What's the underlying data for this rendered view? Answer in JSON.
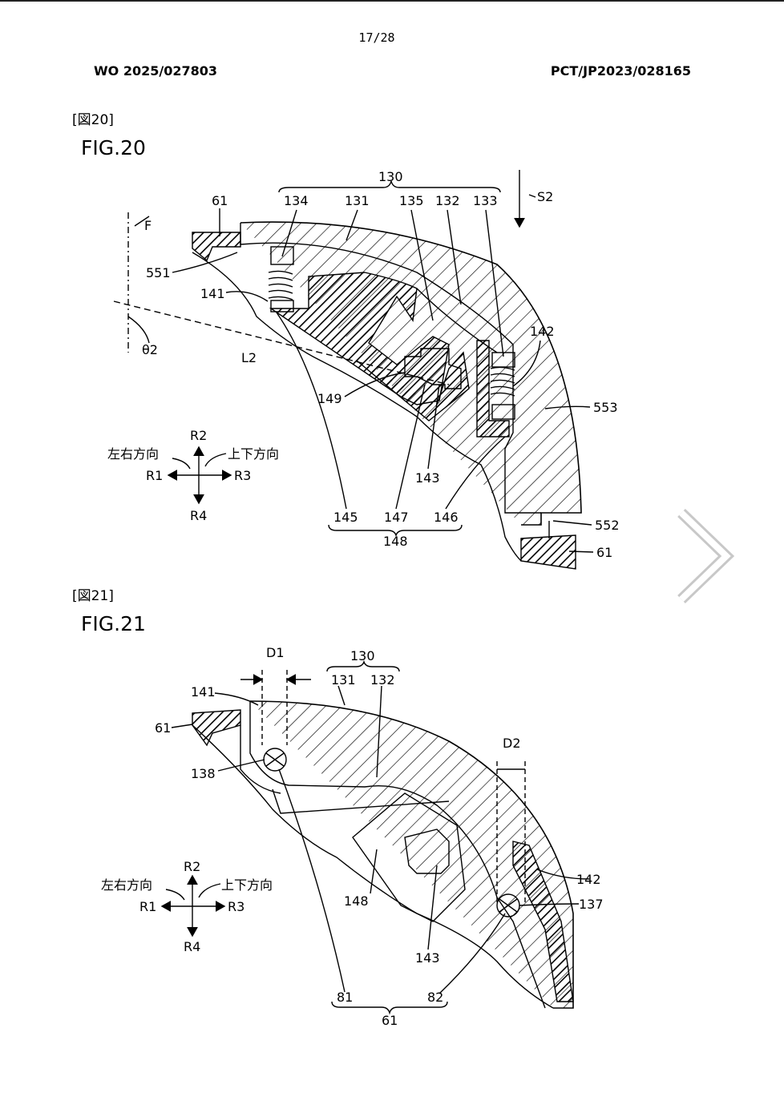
{
  "page": {
    "number": "17/28"
  },
  "header": {
    "publication": "WO 2025/027803",
    "application": "PCT/JP2023/028165"
  },
  "fig20": {
    "tag": "[図20]",
    "title": "FIG.20",
    "labels": {
      "l130": "130",
      "l61a": "61",
      "l134": "134",
      "l131": "131",
      "l135": "135",
      "l132": "132",
      "l133": "133",
      "lS2": "S2",
      "lF": "F",
      "l551": "551",
      "l141": "141",
      "ltheta": "θ2",
      "lL2": "L2",
      "l142": "142",
      "l149": "149",
      "l553": "553",
      "l143": "143",
      "l145": "145",
      "l147": "147",
      "l146": "146",
      "l148": "148",
      "l552": "552",
      "l61b": "61"
    },
    "compass": {
      "up": "R2",
      "down": "R4",
      "left": "R1",
      "right": "R3",
      "lr_label": "左右方向",
      "ud_label": "上下方向"
    }
  },
  "fig21": {
    "tag": "[図21]",
    "title": "FIG.21",
    "labels": {
      "lD1": "D1",
      "l130": "130",
      "l131": "131",
      "l132": "132",
      "l141": "141",
      "l61a": "61",
      "l138": "138",
      "lD2": "D2",
      "l142": "142",
      "l137": "137",
      "l148": "148",
      "l143": "143",
      "l81": "81",
      "l82": "82",
      "l61b": "61"
    },
    "compass": {
      "up": "R2",
      "down": "R4",
      "left": "R1",
      "right": "R3",
      "lr_label": "左右方向",
      "ud_label": "上下方向"
    }
  },
  "nav": {
    "icon": "chevron-right-icon"
  }
}
